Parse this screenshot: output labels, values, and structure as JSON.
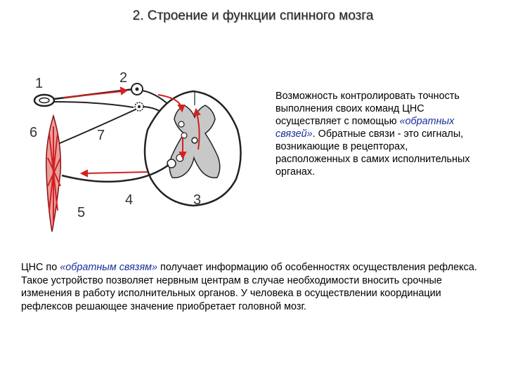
{
  "title": "2. Строение и функции спинного мозга",
  "diagram_labels": [
    "1",
    "2",
    "3",
    "4",
    "5",
    "6",
    "7"
  ],
  "side_text": {
    "part1": "Возможность контролировать точность выполнения своих команд ЦНС осуществляет с помощью ",
    "highlight": "«обратных связей»",
    "part2": ". Обратные связи - это сигналы, возникающие в рецепторах, расположенных в самих исполнительных органах."
  },
  "bottom_text": {
    "part1": "ЦНС по ",
    "highlight": "«обратным связям»",
    "part2": " получает информацию об особенностях осуществления рефлекса. Такое устройство позволяет нервным центрам в случае необходимости вносить срочные изменения в работу исполнительных органов. У человека в осуществлении координации рефлексов решающее значение приобретает головной мозг."
  },
  "colors": {
    "arrow": "#d42020",
    "highlight": "#1a2f9a",
    "cord_gray": "#c8c8c8"
  }
}
